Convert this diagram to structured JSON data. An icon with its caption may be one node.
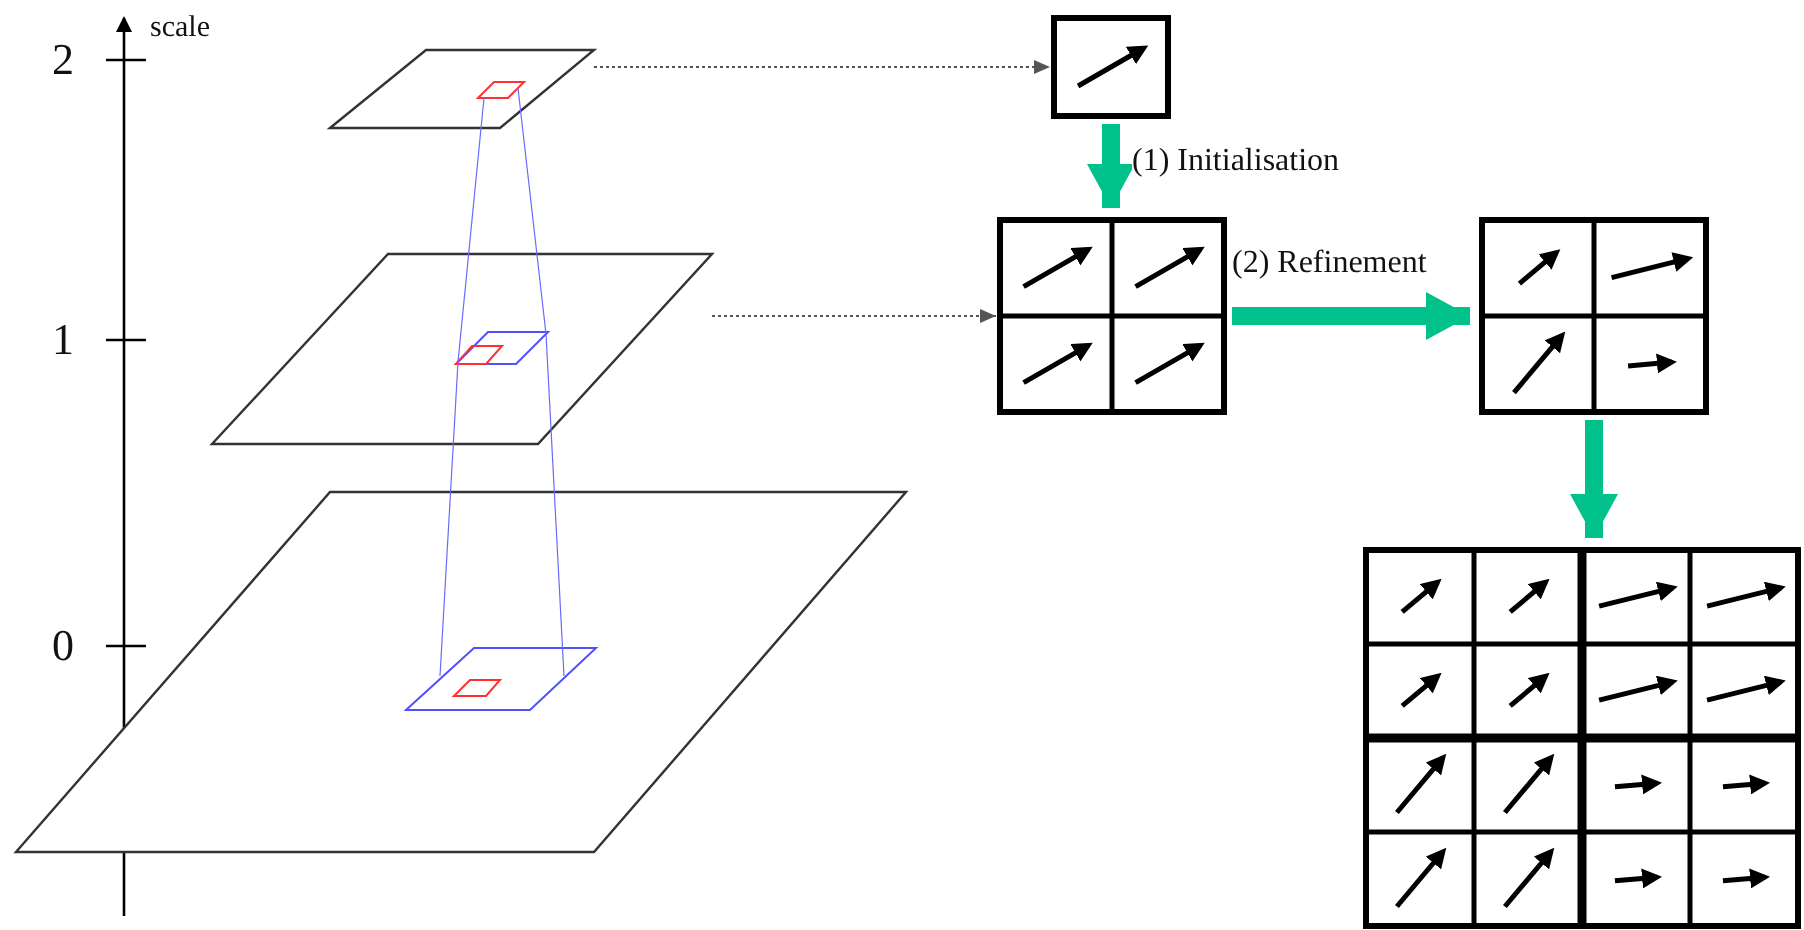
{
  "diagram": {
    "nodes": [
      {
        "text": [],
        "shape": "parallelogram"
      },
      {
        "text": [],
        "shape": "parallelogram"
      },
      {
        "text": [],
        "shape": "parallelogram"
      },
      {
        "text": [],
        "shape": "box"
      },
      {
        "text": [],
        "shape": "box"
      },
      {
        "text": [],
        "shape": "box"
      },
      {
        "text": [],
        "shape": "box"
      }
    ],
    "edges": [
      {
        "from": 0,
        "to": 3,
        "arrow": "to",
        "style": "dashed",
        "color": "#555555"
      },
      {
        "from": 1,
        "to": 4,
        "arrow": "to",
        "style": "dashed",
        "color": "#555555"
      },
      {
        "from": 3,
        "to": 4,
        "arrow": "to",
        "label": "(1) Initialisation",
        "style": "thick",
        "color": "#00c08b"
      },
      {
        "from": 4,
        "to": 5,
        "arrow": "to",
        "label": "(2) Refinement",
        "style": "thick",
        "color": "#00c08b"
      },
      {
        "from": 5,
        "to": 6,
        "arrow": "to",
        "style": "thick",
        "color": "#00c08b"
      },
      {
        "from": 0,
        "to": 1,
        "arrow": "none",
        "color": "#6a6aff"
      },
      {
        "from": 0,
        "to": 1,
        "arrow": "none",
        "color": "#6a6aff"
      },
      {
        "from": 1,
        "to": 2,
        "arrow": "none",
        "color": "#6a6aff"
      },
      {
        "from": 1,
        "to": 2,
        "arrow": "none",
        "color": "#6a6aff"
      }
    ],
    "labels": [
      "scale",
      "2",
      "1",
      "0"
    ]
  }
}
